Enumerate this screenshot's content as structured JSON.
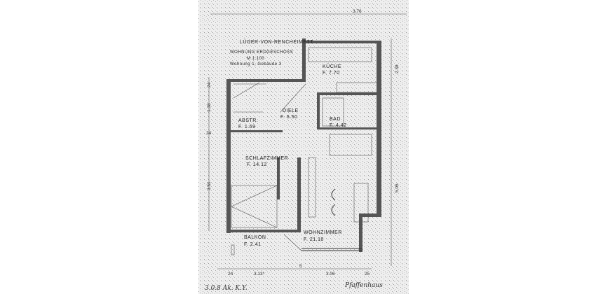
{
  "header": {
    "line1": "LÜGER-VON-RENCHEIMETT",
    "line2": "WOHNUNG ERDGESCHOSS",
    "line3": "M 1:100",
    "line4": "Wohnung 1, Gebäude 3"
  },
  "rooms": [
    {
      "name": "KÜCHE",
      "area": "F. 7.70"
    },
    {
      "name": "DIELE",
      "area": "F. 6.50"
    },
    {
      "name": "ABSTR.",
      "area": "F. 1.69"
    },
    {
      "name": "BAD",
      "area": "F. 4.42"
    },
    {
      "name": "SCHLAFZIMMER",
      "area": "F. 14.12"
    },
    {
      "name": "WOHNZIMMER",
      "area": "F. 21.10"
    },
    {
      "name": "BALKON",
      "area": "F. 2.41"
    }
  ],
  "dimensions": {
    "top": "3.76",
    "right_upper": "2.38",
    "right_lower": "5.05",
    "left_top": "24",
    "left_mid": "1.38",
    "left_mid2": "24",
    "left_lower": "3.51",
    "bottom_1": "24",
    "bottom_2": "3.13⁵",
    "bottom_3": "5",
    "bottom_4": "3.06",
    "bottom_5": "25"
  },
  "handwriting": {
    "left": "3.0.8 Ak. K.Y.",
    "right": "Pfaffenhaus"
  },
  "colors": {
    "paper": "#eeeeee",
    "ink": "#333333"
  }
}
